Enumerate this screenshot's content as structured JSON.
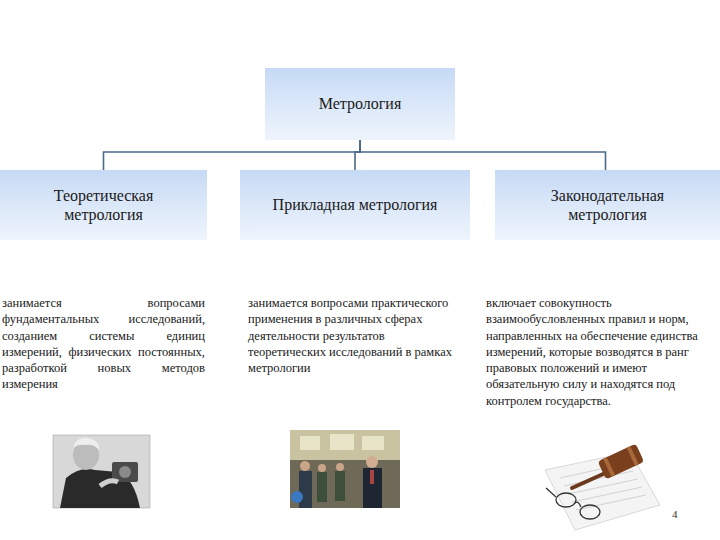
{
  "diagram": {
    "nodes": [
      {
        "text": [
          "Метрология"
        ]
      },
      {
        "text": [
          "Теоретическая метрология",
          "занимается вопросами фундаментальных исследований, созданием системы единиц измерений, физических постоянных, разработкой новых методов измерения"
        ]
      },
      {
        "text": [
          "Прикладная метрология",
          "занимается вопросами практического применения в различных сферах деятельности результатов теоретических исследований в рамках метрологии"
        ]
      },
      {
        "text": [
          "Законодательная метрология",
          "включает совокупность взаимообусловленных правил и норм, направленных на обеспечение единства измерений, которые возводятся в ранг правовых положений и имеют обязательную силу и находятся под контролем государства."
        ]
      }
    ],
    "edges": [
      {
        "from": 0,
        "to": 1,
        "arrow": "none"
      },
      {
        "from": 0,
        "to": 2,
        "arrow": "none"
      },
      {
        "from": 0,
        "to": 3,
        "arrow": "none"
      }
    ],
    "labels": [
      "4"
    ]
  }
}
